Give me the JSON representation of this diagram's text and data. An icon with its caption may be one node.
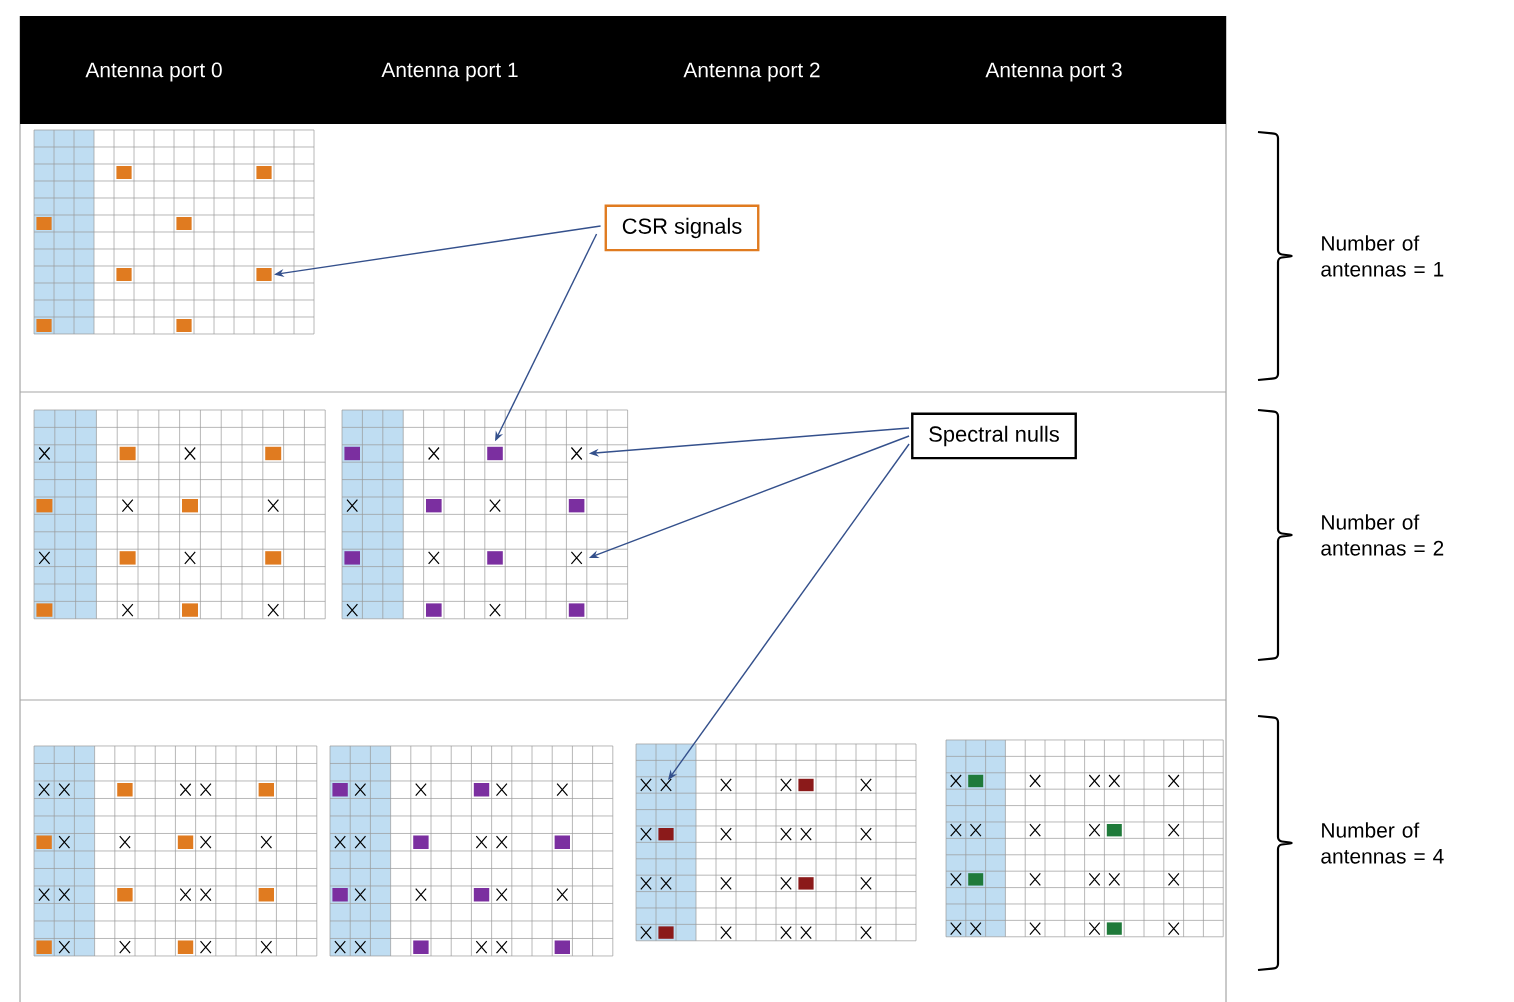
{
  "diagram": {
    "nodes": [
      {
        "text": [],
        "shape": "picture"
      },
      {
        "text": [
          "CSR signals"
        ]
      },
      {
        "text": [],
        "shape": "picture"
      },
      {
        "text": [],
        "shape": "picture"
      },
      {
        "text": [
          "Spectral nulls"
        ]
      },
      {
        "text": [],
        "shape": "picture"
      },
      {
        "text": [],
        "shape": "picture"
      },
      {
        "text": [],
        "shape": "picture"
      },
      {
        "text": [],
        "shape": "picture"
      }
    ],
    "edges": [
      {
        "from": 1,
        "to": 0,
        "arrow": "to"
      },
      {
        "from": 1,
        "to": 3,
        "arrow": "to"
      },
      {
        "from": 4,
        "to": 3,
        "arrow": "to"
      },
      {
        "from": 4,
        "to": 3,
        "arrow": "to"
      },
      {
        "from": 4,
        "to": 7,
        "arrow": "to"
      }
    ],
    "labels": [
      "Antenna port 0",
      "Antenna port 1",
      "Antenna port 2",
      "Antenna port 3",
      "Number of antennas = 1",
      "Number of antennas = 2",
      "Number of antennas = 4"
    ]
  }
}
